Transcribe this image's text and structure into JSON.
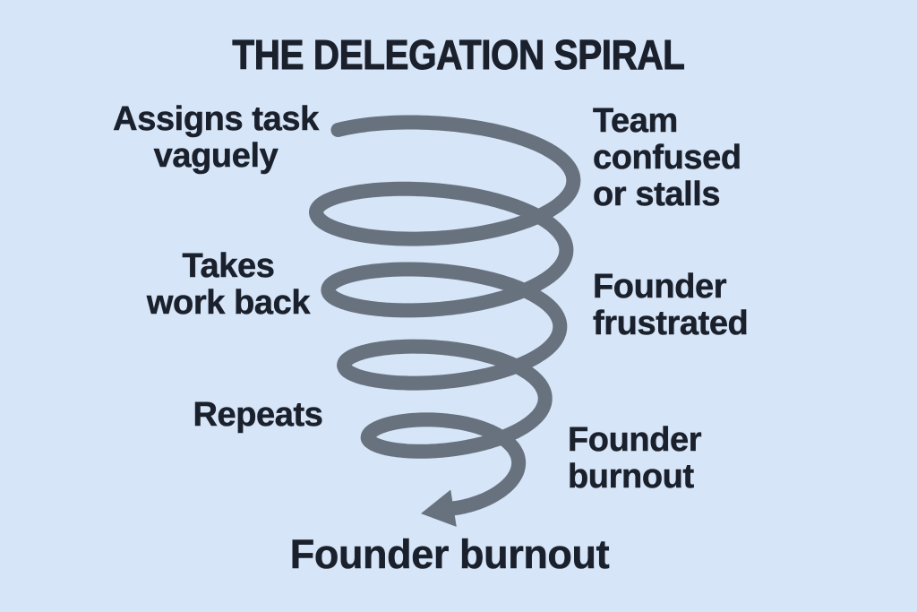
{
  "title": "THE DELEGATION SPIRAL",
  "colors": {
    "background": "#d7e5f8",
    "text": "#1a212c",
    "spiral": "#68727e"
  },
  "spiral": {
    "shape": "downward-corkscrew-coil",
    "loops": 4,
    "end": "arrowhead-pointing-left"
  },
  "labels": {
    "left": [
      {
        "lines": [
          "Assigns task",
          "vaguely"
        ]
      },
      {
        "lines": [
          "Takes",
          "work back"
        ]
      },
      {
        "lines": [
          "Repeats"
        ]
      }
    ],
    "right": [
      {
        "lines": [
          "Team",
          "confused",
          "or stalls"
        ]
      },
      {
        "lines": [
          "Founder",
          "frustrated"
        ]
      },
      {
        "lines": [
          "Founder",
          "burnout"
        ]
      }
    ],
    "bottom": "Founder burnout"
  }
}
